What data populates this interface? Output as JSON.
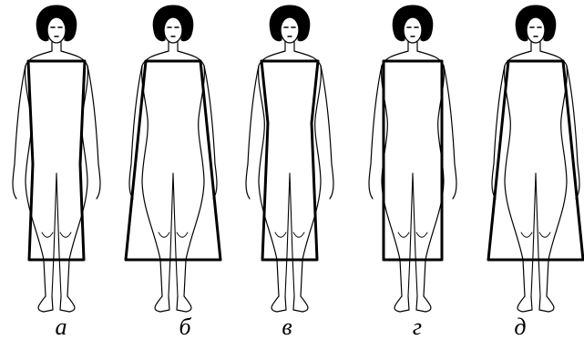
{
  "figures": [
    {
      "id": "a",
      "label": "а",
      "silhouette": "slightly-fitted"
    },
    {
      "id": "b",
      "label": "б",
      "silhouette": "trapeze"
    },
    {
      "id": "v",
      "label": "в",
      "silhouette": "fitted"
    },
    {
      "id": "g",
      "label": "г",
      "silhouette": "straight"
    },
    {
      "id": "d",
      "label": "д",
      "silhouette": "trapeze"
    }
  ],
  "colors": {
    "ink": "#000000",
    "background": "#ffffff"
  }
}
